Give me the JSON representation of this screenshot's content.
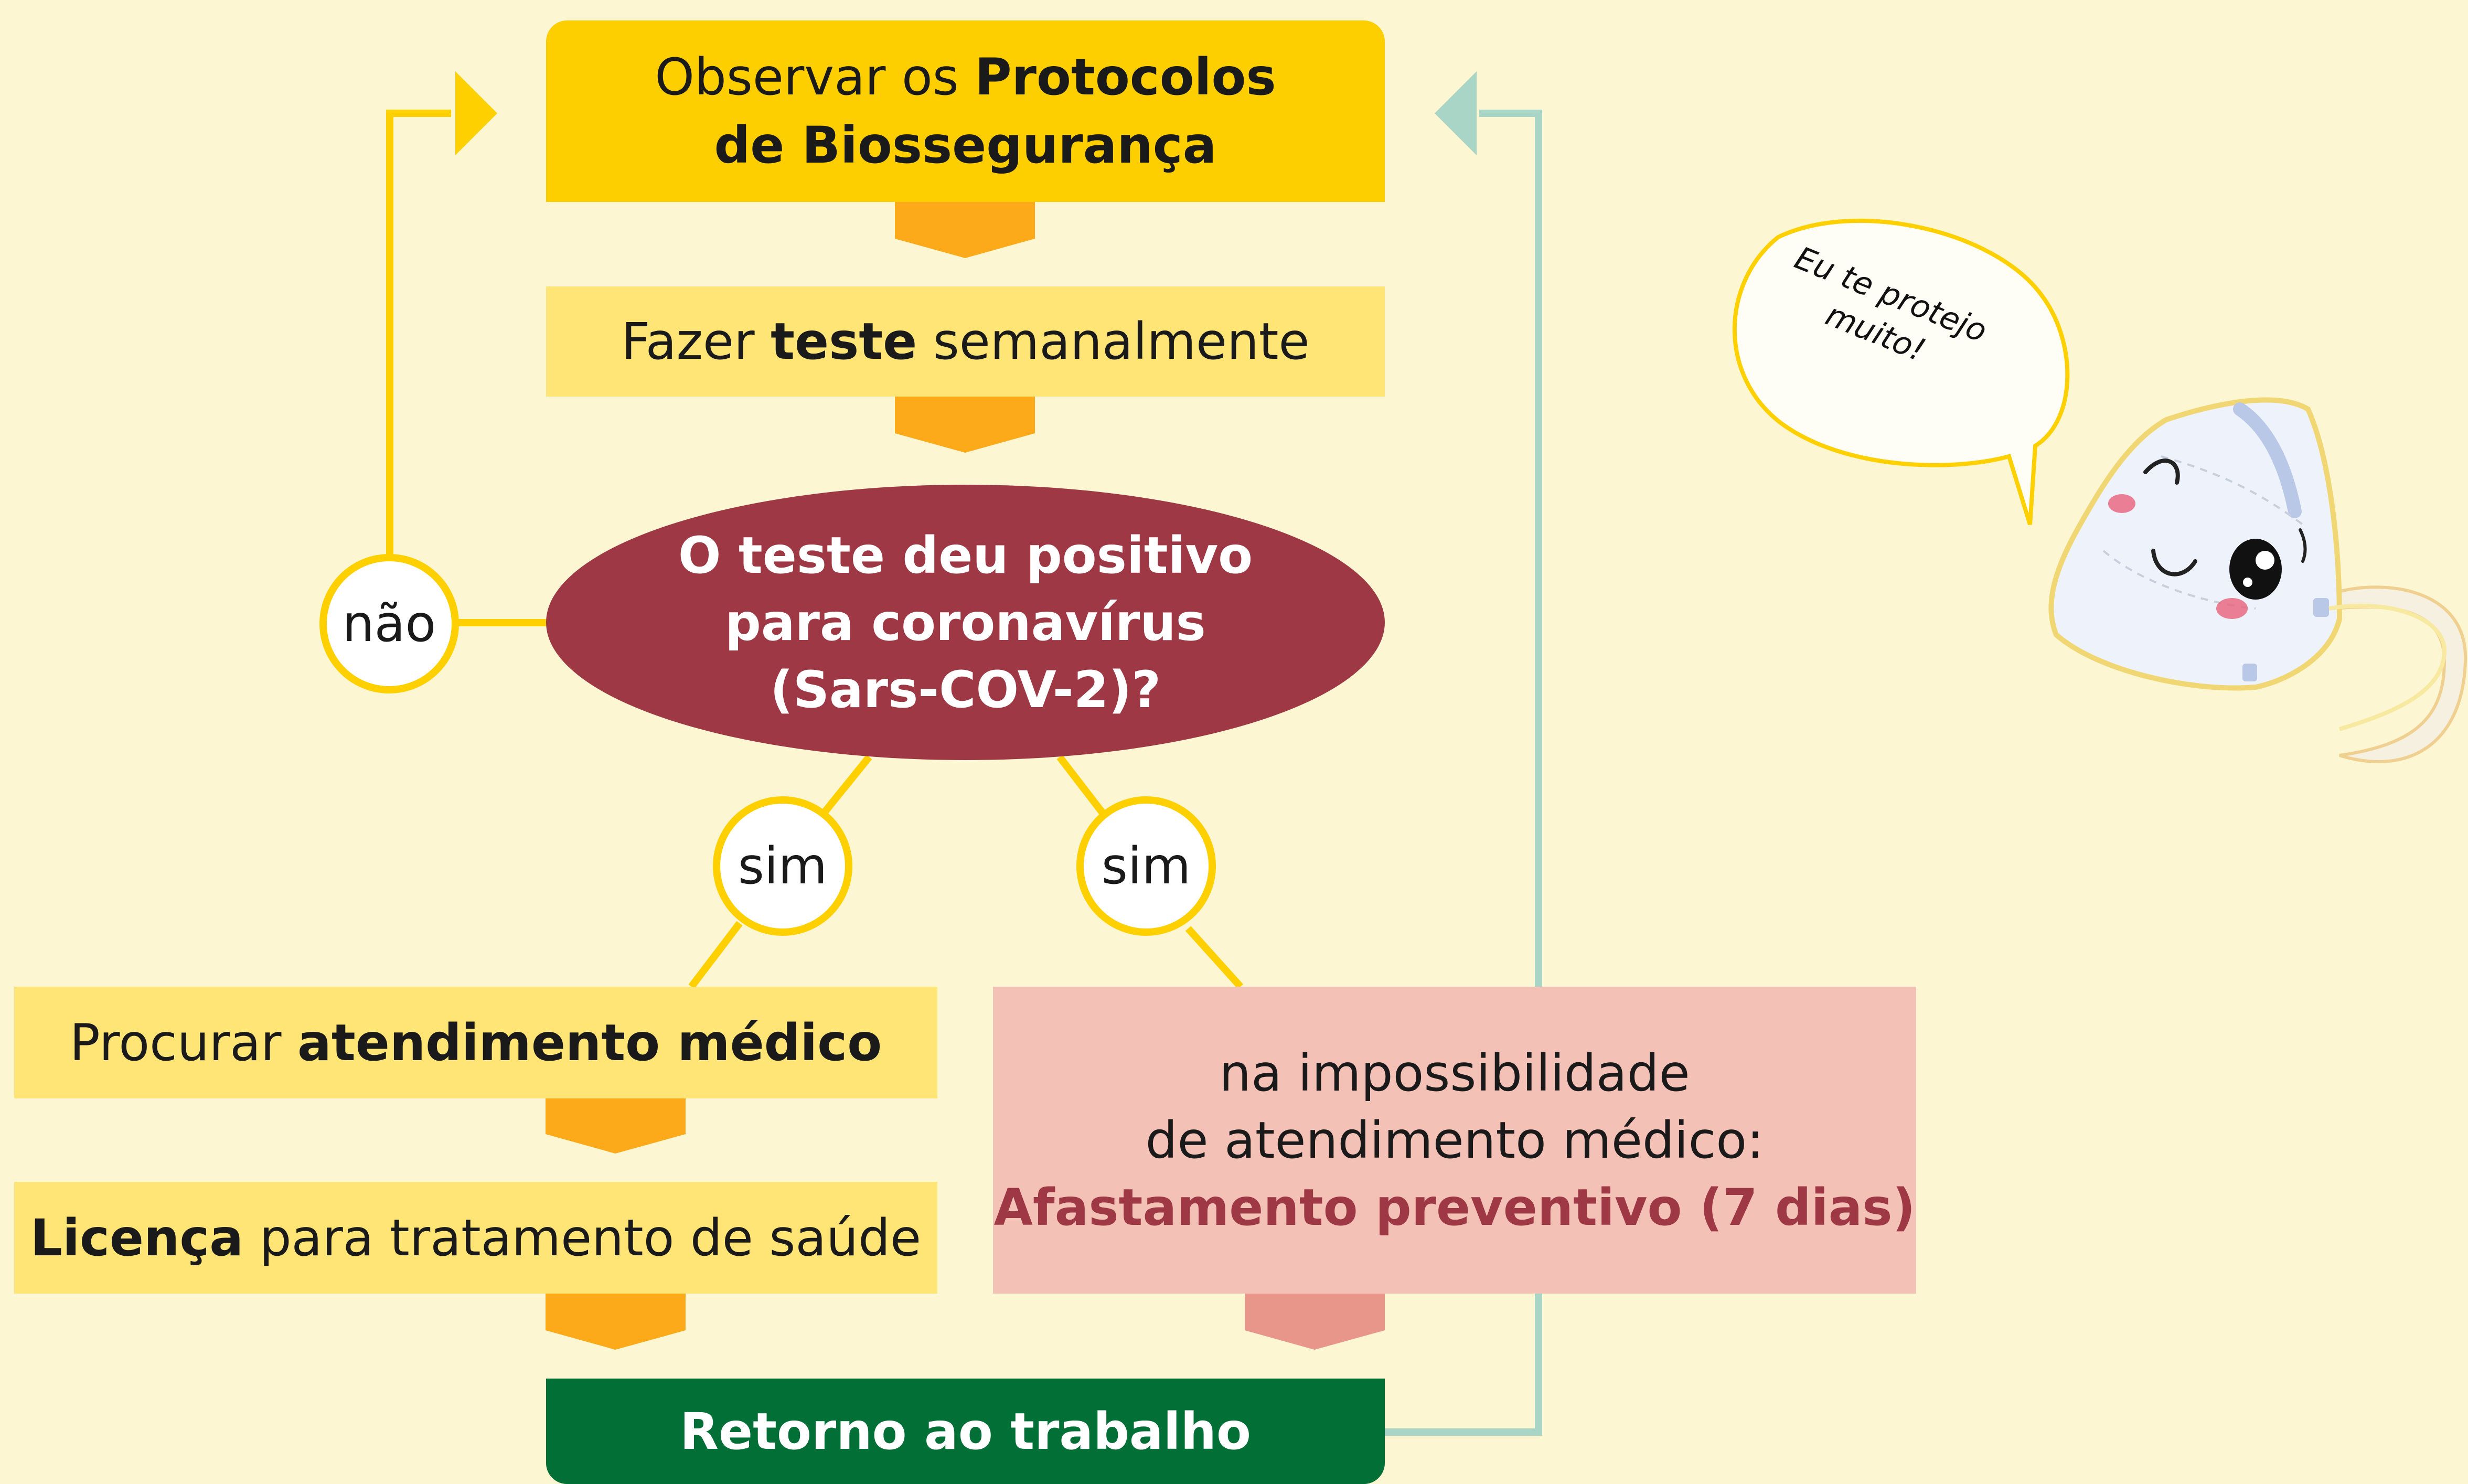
{
  "nodes": {
    "protocols": {
      "line1_prefix": "Observar os ",
      "line1_bold": "Protocolos",
      "line2_bold": "de Biossegurança"
    },
    "weekly_test": {
      "prefix": "Fazer ",
      "bold": "teste",
      "suffix": " semanalmente"
    },
    "question": {
      "line1": "O teste deu positivo",
      "line2": "para coronavírus",
      "line3": "(Sars-COV-2)?"
    },
    "medical": {
      "prefix": "Procurar ",
      "bold": "atendimento médico"
    },
    "leave": {
      "bold": "Licença",
      "suffix": " para tratamento de saúde"
    },
    "preventive": {
      "line1": "na impossibilidade",
      "line2": "de atendimento médico:",
      "line3": "Afastamento preventivo (7 dias)"
    },
    "return": {
      "label": "Retorno ao trabalho"
    }
  },
  "badges": {
    "no": "não",
    "yes_left": "sim",
    "yes_right": "sim"
  },
  "mascot": {
    "speech_line1": "Eu te protejo",
    "speech_line2": "muito!"
  },
  "colors": {
    "background": "#fdf6d3",
    "yellow_strong": "#fecf00",
    "yellow_light": "#ffe476",
    "arrow_orange": "#fca91a",
    "question_red": "#9e3844",
    "pink_box": "#f4c1b6",
    "pink_arrow": "#e9968a",
    "green_box": "#026f36",
    "teal_line": "#a9d5c6"
  }
}
